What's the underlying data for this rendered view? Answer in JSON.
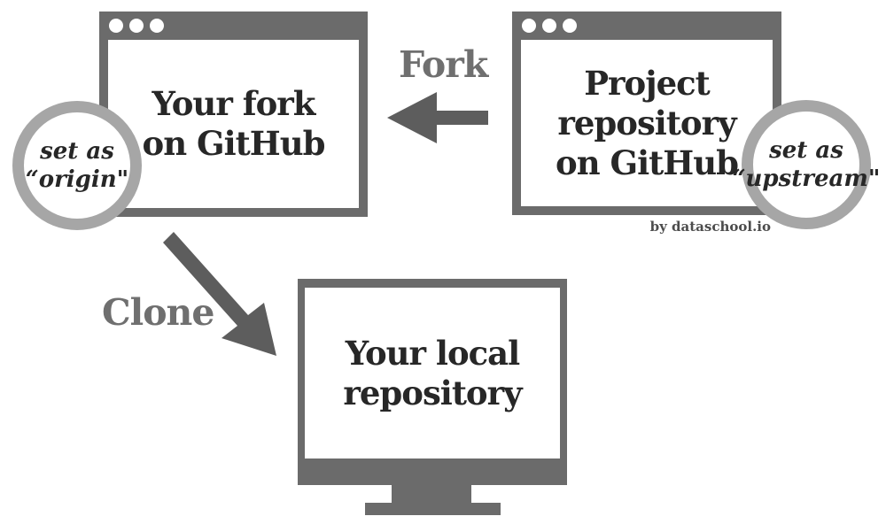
{
  "fork_window": {
    "title_line1": "Your fork",
    "title_line2": "on GitHub"
  },
  "project_window": {
    "title_line1": "Project",
    "title_line2": "repository",
    "title_line3": "on GitHub"
  },
  "origin_badge": {
    "line1": "set as",
    "line2": "“origin\""
  },
  "upstream_badge": {
    "line1": "set as",
    "line2": "“upstream\""
  },
  "arrow_labels": {
    "fork": "Fork",
    "clone": "Clone"
  },
  "local_repository": {
    "title_line1": "Your local",
    "title_line2": "repository"
  },
  "byline": "by dataschool.io",
  "colors": {
    "window_gray": "#6b6b6b",
    "arrow_gray": "#5d5d5d",
    "label_gray": "#6f6f6f",
    "ring_gray": "#a6a6a6",
    "text_dark": "#272727",
    "byline_gray": "#4c4c4c"
  }
}
